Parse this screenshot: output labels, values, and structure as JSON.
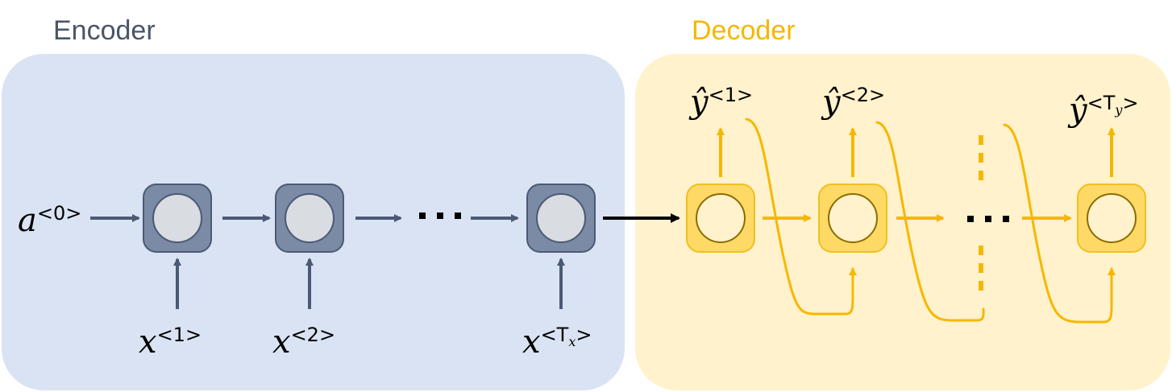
{
  "encoder": {
    "title": "Encoder",
    "color": "#4a5568",
    "panel_color": "#dae3f3",
    "cell_color": "#7b8aa5",
    "cell_stroke": "#4a5a75",
    "circle_fill": "#d9dce1",
    "initial_state": {
      "base": "a",
      "sup": "<0>"
    },
    "inputs": [
      {
        "base": "x",
        "sup": "<1>"
      },
      {
        "base": "x",
        "sup": "<2>"
      },
      {
        "base": "x",
        "sup": "<T",
        "sub": "x",
        "close": ">"
      }
    ],
    "ellipsis": "· · ·"
  },
  "decoder": {
    "title": "Decoder",
    "color": "#f5b800",
    "panel_color": "#fff2cc",
    "cell_color": "#ffd966",
    "cell_stroke": "#f0c020",
    "circle_fill": "#fff2cc",
    "outputs": [
      {
        "base": "ŷ",
        "sup": "<1>"
      },
      {
        "base": "ŷ",
        "sup": "<2>"
      },
      {
        "base": "ŷ",
        "sup": "<T",
        "sub": "y",
        "close": ">"
      }
    ],
    "ellipsis": "· · ·"
  }
}
